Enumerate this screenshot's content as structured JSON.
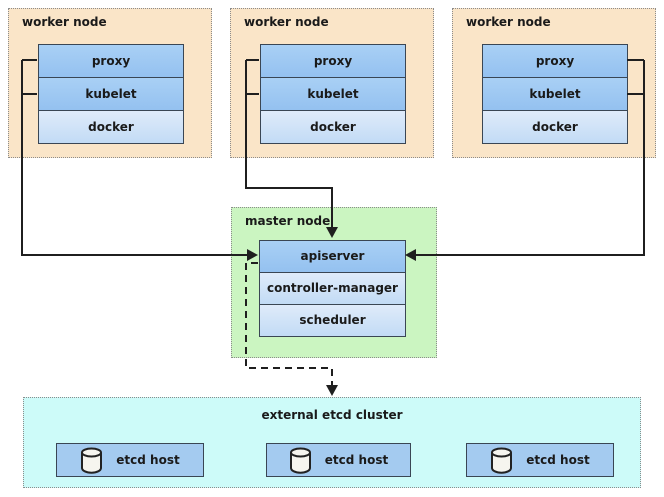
{
  "colors": {
    "worker_bg": "#FAE5C8",
    "master_bg": "#CBF5C1",
    "etcd_bg": "#CDFBF9",
    "primary_top": "#A9D0F5",
    "primary_bottom": "#94C1F0",
    "secondary_top": "#DFEBFA",
    "secondary_bottom": "#C2DBF5",
    "host_blue": "#A4CBF0",
    "box_border": "#3A4654",
    "dotted_border": "#8C8C8C",
    "arrow": "#1F1F1F",
    "text": "#1A1A1A"
  },
  "worker_nodes": [
    {
      "title": "worker node",
      "components": [
        "proxy",
        "kubelet",
        "docker"
      ]
    },
    {
      "title": "worker node",
      "components": [
        "proxy",
        "kubelet",
        "docker"
      ]
    },
    {
      "title": "worker node",
      "components": [
        "proxy",
        "kubelet",
        "docker"
      ]
    }
  ],
  "master_node": {
    "title": "master node",
    "components": [
      "apiserver",
      "controller-manager",
      "scheduler"
    ]
  },
  "etcd_cluster": {
    "title": "external etcd cluster",
    "hosts": [
      {
        "icon": "database-icon",
        "label": "etcd host"
      },
      {
        "icon": "database-icon",
        "label": "etcd host"
      },
      {
        "icon": "database-icon",
        "label": "etcd host"
      }
    ]
  }
}
